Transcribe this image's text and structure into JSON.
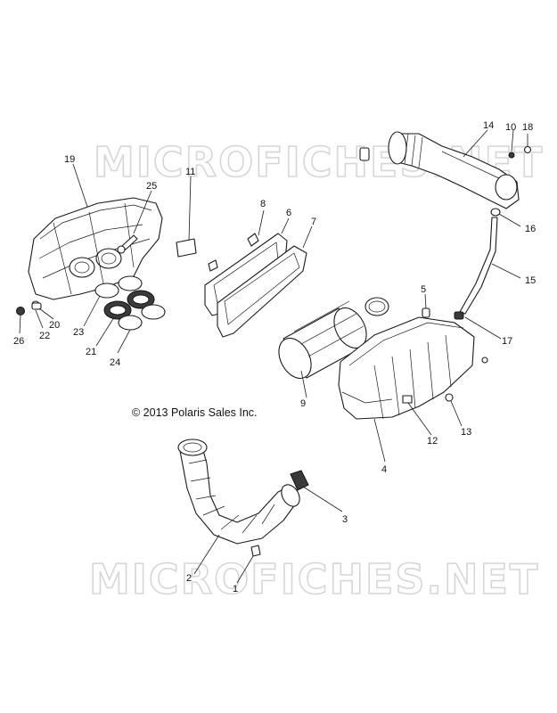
{
  "watermark": "MICROFICHES.NET",
  "copyright": "© 2013 Polaris Sales Inc.",
  "callouts": [
    "1",
    "2",
    "3",
    "4",
    "5",
    "6",
    "7",
    "8",
    "9",
    "10",
    "11",
    "12",
    "13",
    "14",
    "15",
    "16",
    "17",
    "18",
    "19",
    "20",
    "21",
    "22",
    "23",
    "24",
    "25",
    "26"
  ]
}
